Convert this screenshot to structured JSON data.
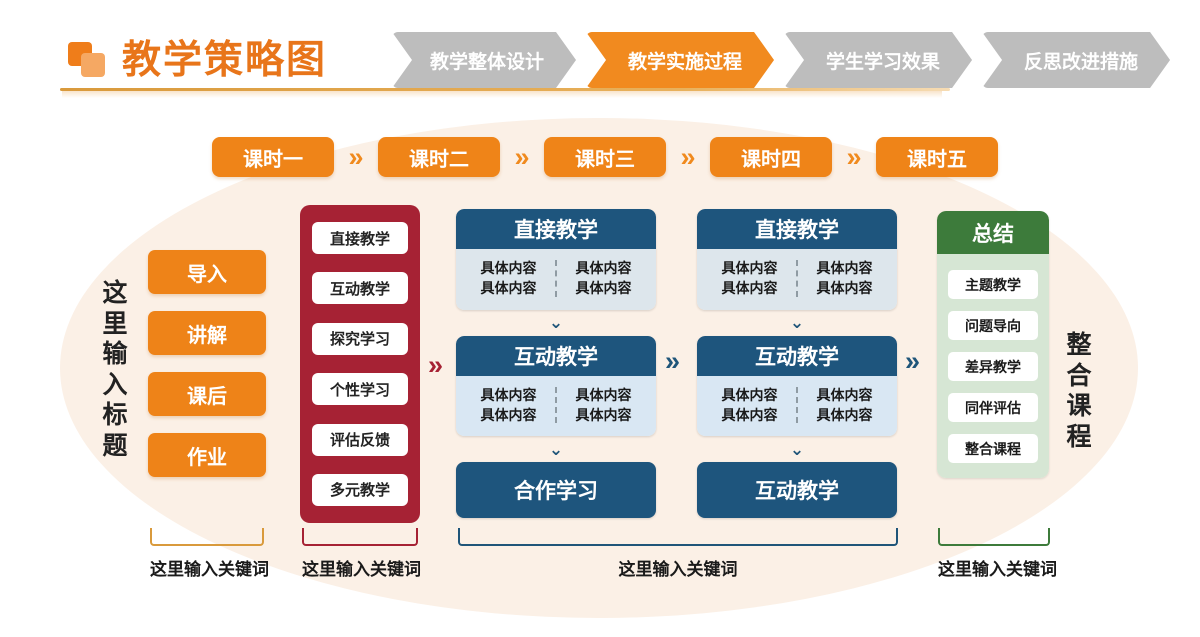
{
  "header": {
    "logo_icon": "two-squares-logo-icon",
    "title": "教学策略图",
    "tabs": [
      {
        "label": "教学整体设计",
        "active": false
      },
      {
        "label": "教学实施过程",
        "active": true
      },
      {
        "label": "学生学习效果",
        "active": false
      },
      {
        "label": "反思改进措施",
        "active": false
      }
    ],
    "colors": {
      "accent": "#e8751a",
      "active_tab": "#f18a1f",
      "inactive_tab": "#bdbdbd"
    }
  },
  "lesson_row": {
    "separator_icon": "double-chevron-right-icon",
    "items": [
      "课时一",
      "课时二",
      "课时三",
      "课时四",
      "课时五"
    ]
  },
  "left_column": {
    "vertical_title": "这里输入标题",
    "buttons": [
      "导入",
      "讲解",
      "课后",
      "作业"
    ]
  },
  "red_panel": {
    "color": "#a62234",
    "items": [
      "直接教学",
      "互动教学",
      "探究学习",
      "个性学习",
      "评估反馈",
      "多元教学"
    ]
  },
  "blue_columns": [
    {
      "blocks": [
        {
          "type": "detail",
          "title": "直接教学",
          "body_tint": "gray",
          "left": [
            "具体内容",
            "具体内容"
          ],
          "right": [
            "具体内容",
            "具体内容"
          ]
        },
        {
          "type": "detail",
          "title": "互动教学",
          "body_tint": "blue",
          "left": [
            "具体内容",
            "具体内容"
          ],
          "right": [
            "具体内容",
            "具体内容"
          ]
        },
        {
          "type": "solid",
          "title": "合作学习"
        }
      ]
    },
    {
      "blocks": [
        {
          "type": "detail",
          "title": "直接教学",
          "body_tint": "gray",
          "left": [
            "具体内容",
            "具体内容"
          ],
          "right": [
            "具体内容",
            "具体内容"
          ]
        },
        {
          "type": "detail",
          "title": "互动教学",
          "body_tint": "blue",
          "left": [
            "具体内容",
            "具体内容"
          ],
          "right": [
            "具体内容",
            "具体内容"
          ]
        },
        {
          "type": "solid",
          "title": "互动教学"
        }
      ]
    }
  ],
  "green_column": {
    "color": "#3d7b3b",
    "title": "总结",
    "items": [
      "主题教学",
      "问题导向",
      "差异教学",
      "同伴评估",
      "整合课程"
    ]
  },
  "right_column": {
    "vertical_title": "整合课程"
  },
  "brackets": [
    {
      "label": "这里输入关键词",
      "color": "#d99a3c"
    },
    {
      "label": "这里输入关键词",
      "color": "#a62234"
    },
    {
      "label": "这里输入关键词",
      "color": "#1f5579"
    },
    {
      "label": "这里输入关键词",
      "color": "#3d7b3b"
    }
  ],
  "icons": {
    "chevron_double_right": "»",
    "chevron_down": "⌄"
  }
}
